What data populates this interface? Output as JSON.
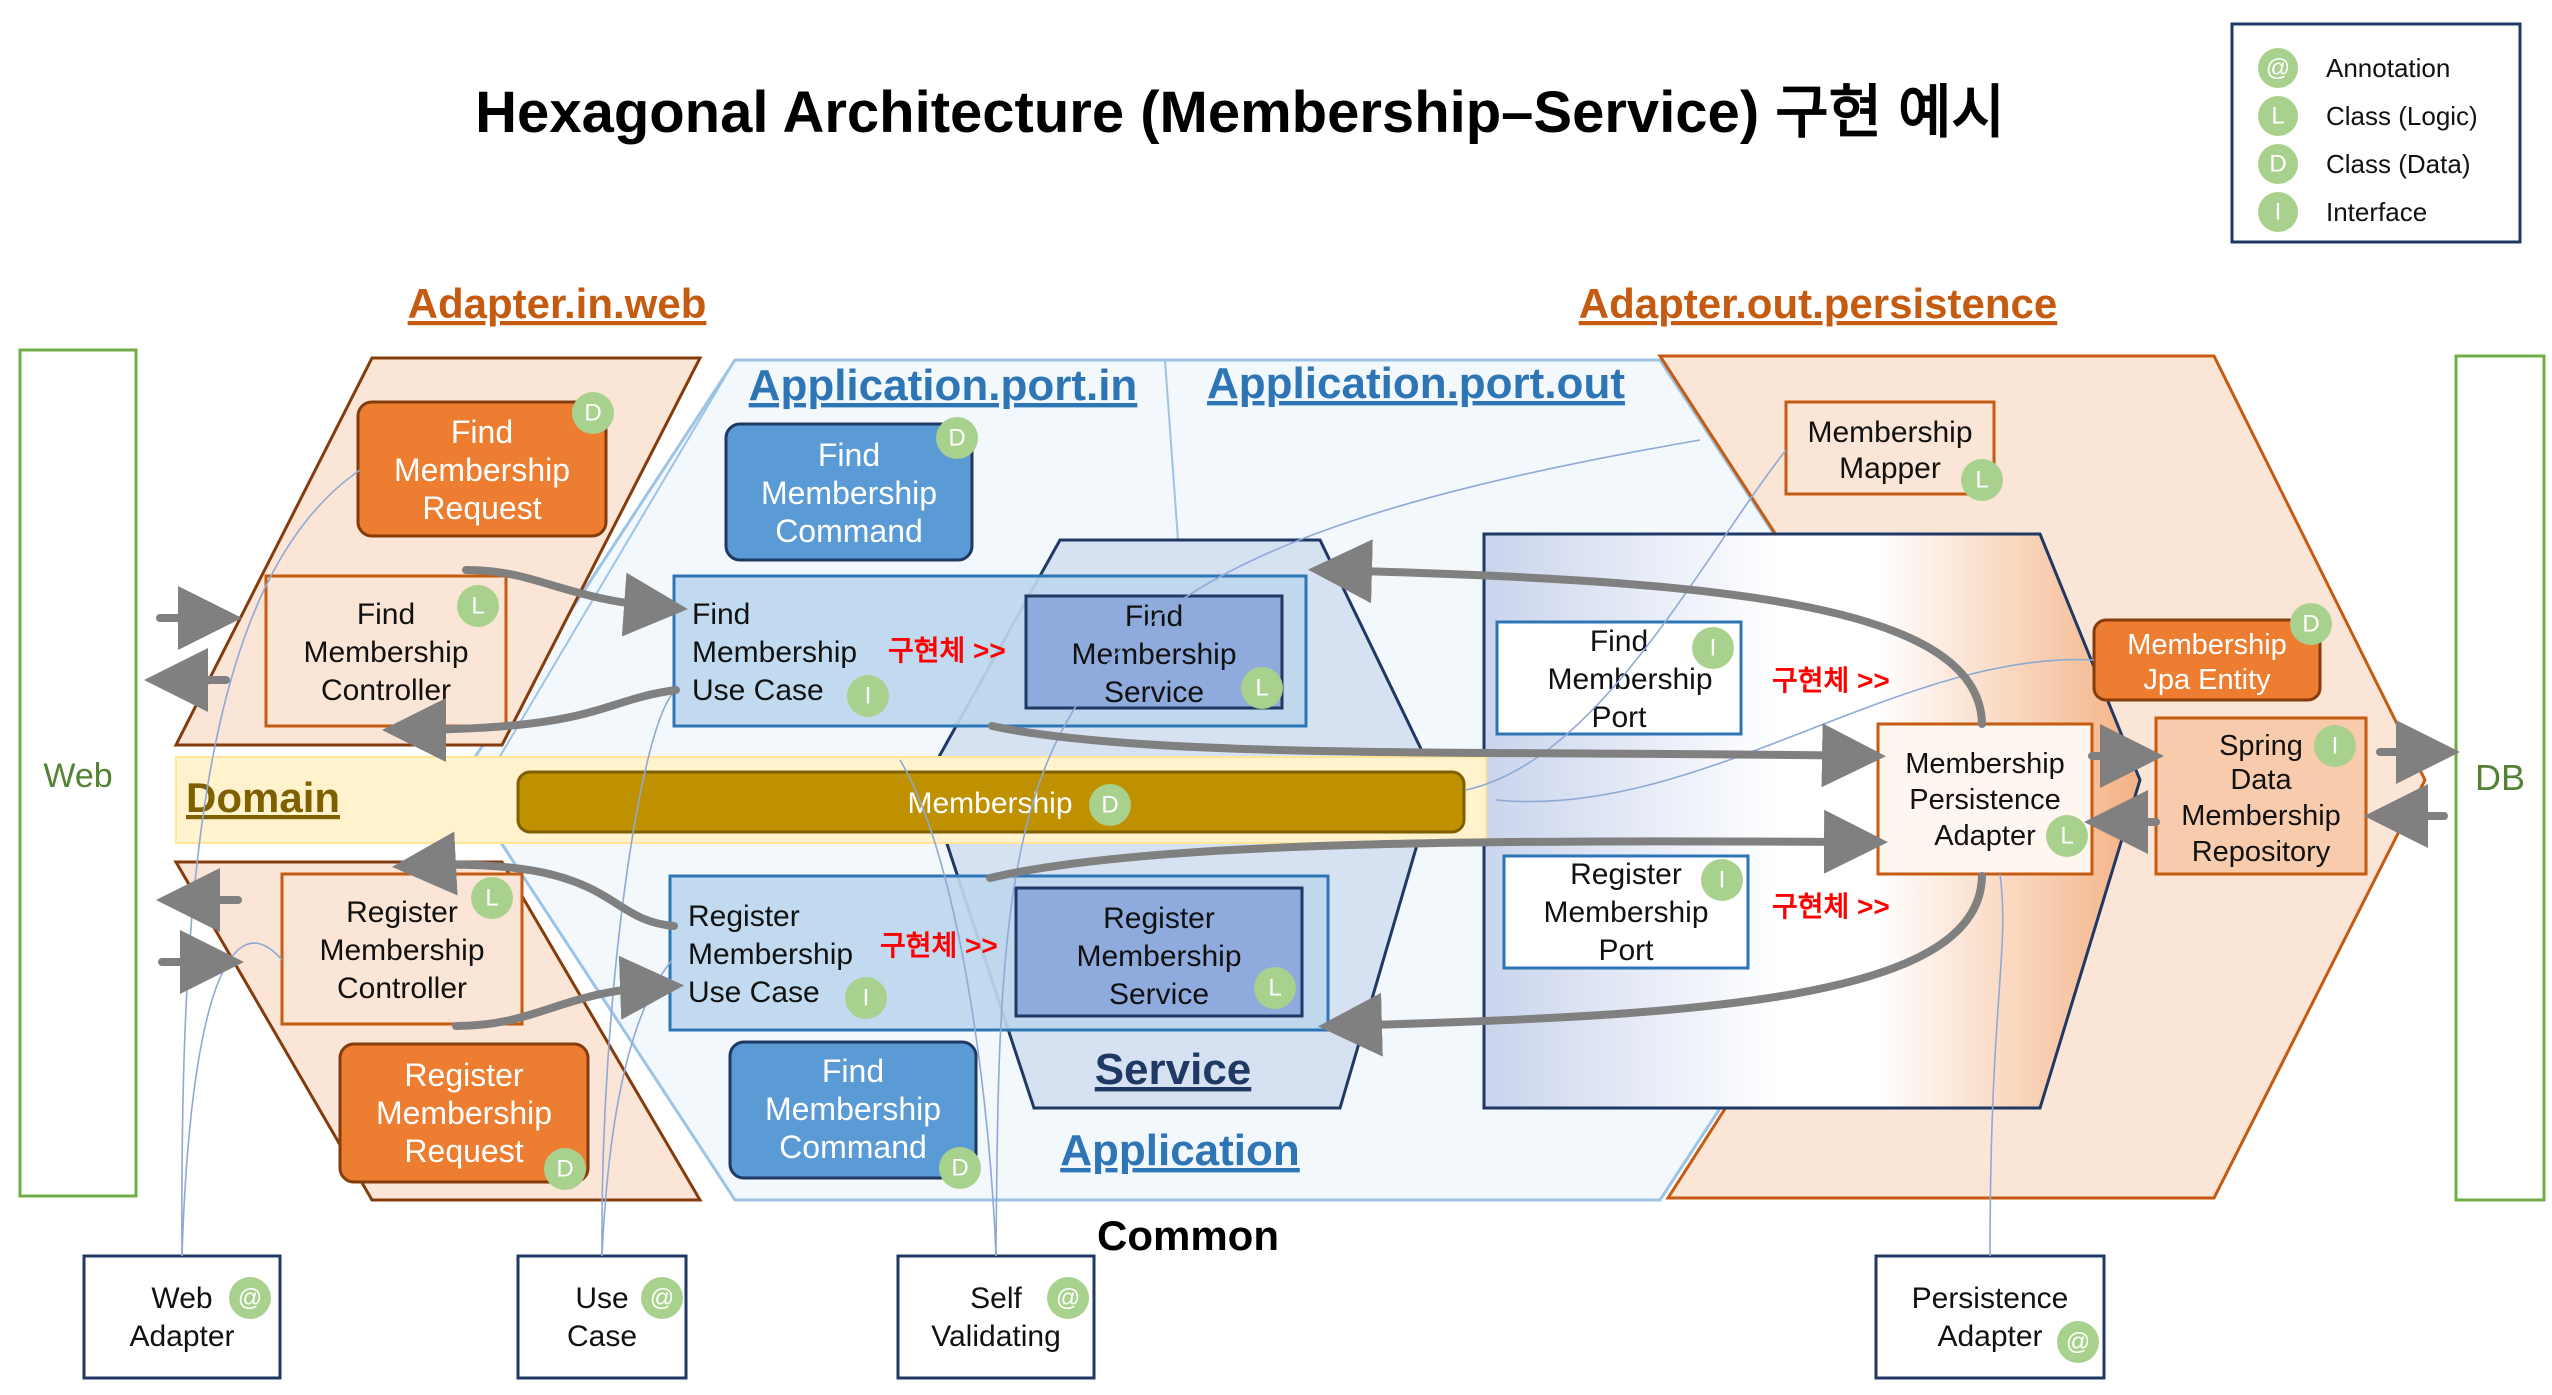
{
  "title": "Hexagonal Architecture (Membership–Service) 구현 예시",
  "legend": {
    "items": [
      {
        "badge": "@",
        "label": "Annotation"
      },
      {
        "badge": "L",
        "label": "Class (Logic)"
      },
      {
        "badge": "D",
        "label": "Class (Data)"
      },
      {
        "badge": "I",
        "label": "Interface"
      }
    ]
  },
  "sections": {
    "adapter_in_web": "Adapter.in.web",
    "adapter_out_persistence": "Adapter.out.persistence",
    "port_in": "Application.port.in",
    "port_out": "Application.port.out",
    "domain": "Domain",
    "service": "Service",
    "application": "Application",
    "common": "Common"
  },
  "sides": {
    "left": "Web",
    "right": "DB"
  },
  "implements_label": "구현체 >>",
  "boxes": {
    "find_request": {
      "lines": [
        "Find",
        "Membership",
        "Request"
      ],
      "badge": "D"
    },
    "find_controller": {
      "lines": [
        "Find",
        "Membership",
        "Controller"
      ],
      "badge": "L"
    },
    "register_controller": {
      "lines": [
        "Register",
        "Membership",
        "Controller"
      ],
      "badge": "L"
    },
    "register_request": {
      "lines": [
        "Register",
        "Membership",
        "Request"
      ],
      "badge": "D"
    },
    "find_command": {
      "lines": [
        "Find",
        "Membership",
        "Command"
      ],
      "badge": "D"
    },
    "find_usecase": {
      "lines": [
        "Find",
        "Membership",
        "Use Case"
      ],
      "badge": "I"
    },
    "find_service": {
      "lines": [
        "Find",
        "Membership",
        "Service"
      ],
      "badge": "L"
    },
    "register_usecase": {
      "lines": [
        "Register",
        "Membership",
        "Use Case"
      ],
      "badge": "I"
    },
    "register_service": {
      "lines": [
        "Register",
        "Membership",
        "Service"
      ],
      "badge": "L"
    },
    "find_command_2": {
      "lines": [
        "Find",
        "Membership",
        "Command"
      ],
      "badge": "D"
    },
    "membership": {
      "lines": [
        "Membership"
      ],
      "badge": "D"
    },
    "find_port": {
      "lines": [
        "Find",
        "Membership",
        "Port"
      ],
      "badge": "I"
    },
    "register_port": {
      "lines": [
        "Register",
        "Membership",
        "Port"
      ],
      "badge": "I"
    },
    "mapper": {
      "lines": [
        "Membership",
        "Mapper"
      ],
      "badge": "L"
    },
    "persistence_adapter": {
      "lines": [
        "Membership",
        "Persistence",
        "Adapter"
      ],
      "badge": "L"
    },
    "jpa_entity": {
      "lines": [
        "Membership",
        "Jpa Entity"
      ],
      "badge": "D"
    },
    "spring_repo": {
      "lines": [
        "Spring",
        "Data",
        "Membership",
        "Repository"
      ],
      "badge": "I"
    }
  },
  "annotations": {
    "web_adapter": {
      "lines": [
        "Web",
        "Adapter"
      ],
      "badge": "@"
    },
    "use_case": {
      "lines": [
        "Use",
        "Case"
      ],
      "badge": "@"
    },
    "self_validating": {
      "lines": [
        "Self",
        "Validating"
      ],
      "badge": "@"
    },
    "persistence_adapter": {
      "lines": [
        "Persistence",
        "Adapter"
      ],
      "badge": "@"
    }
  },
  "colors": {
    "orange_box": "#ed7d31",
    "light_orange": "#f8cbad",
    "blue_box": "#5b9bd5",
    "light_blue": "#bdd7ee",
    "domain_gold": "#bf9000",
    "badge_green": "#a9d18e",
    "impl_red": "#ff0000"
  }
}
